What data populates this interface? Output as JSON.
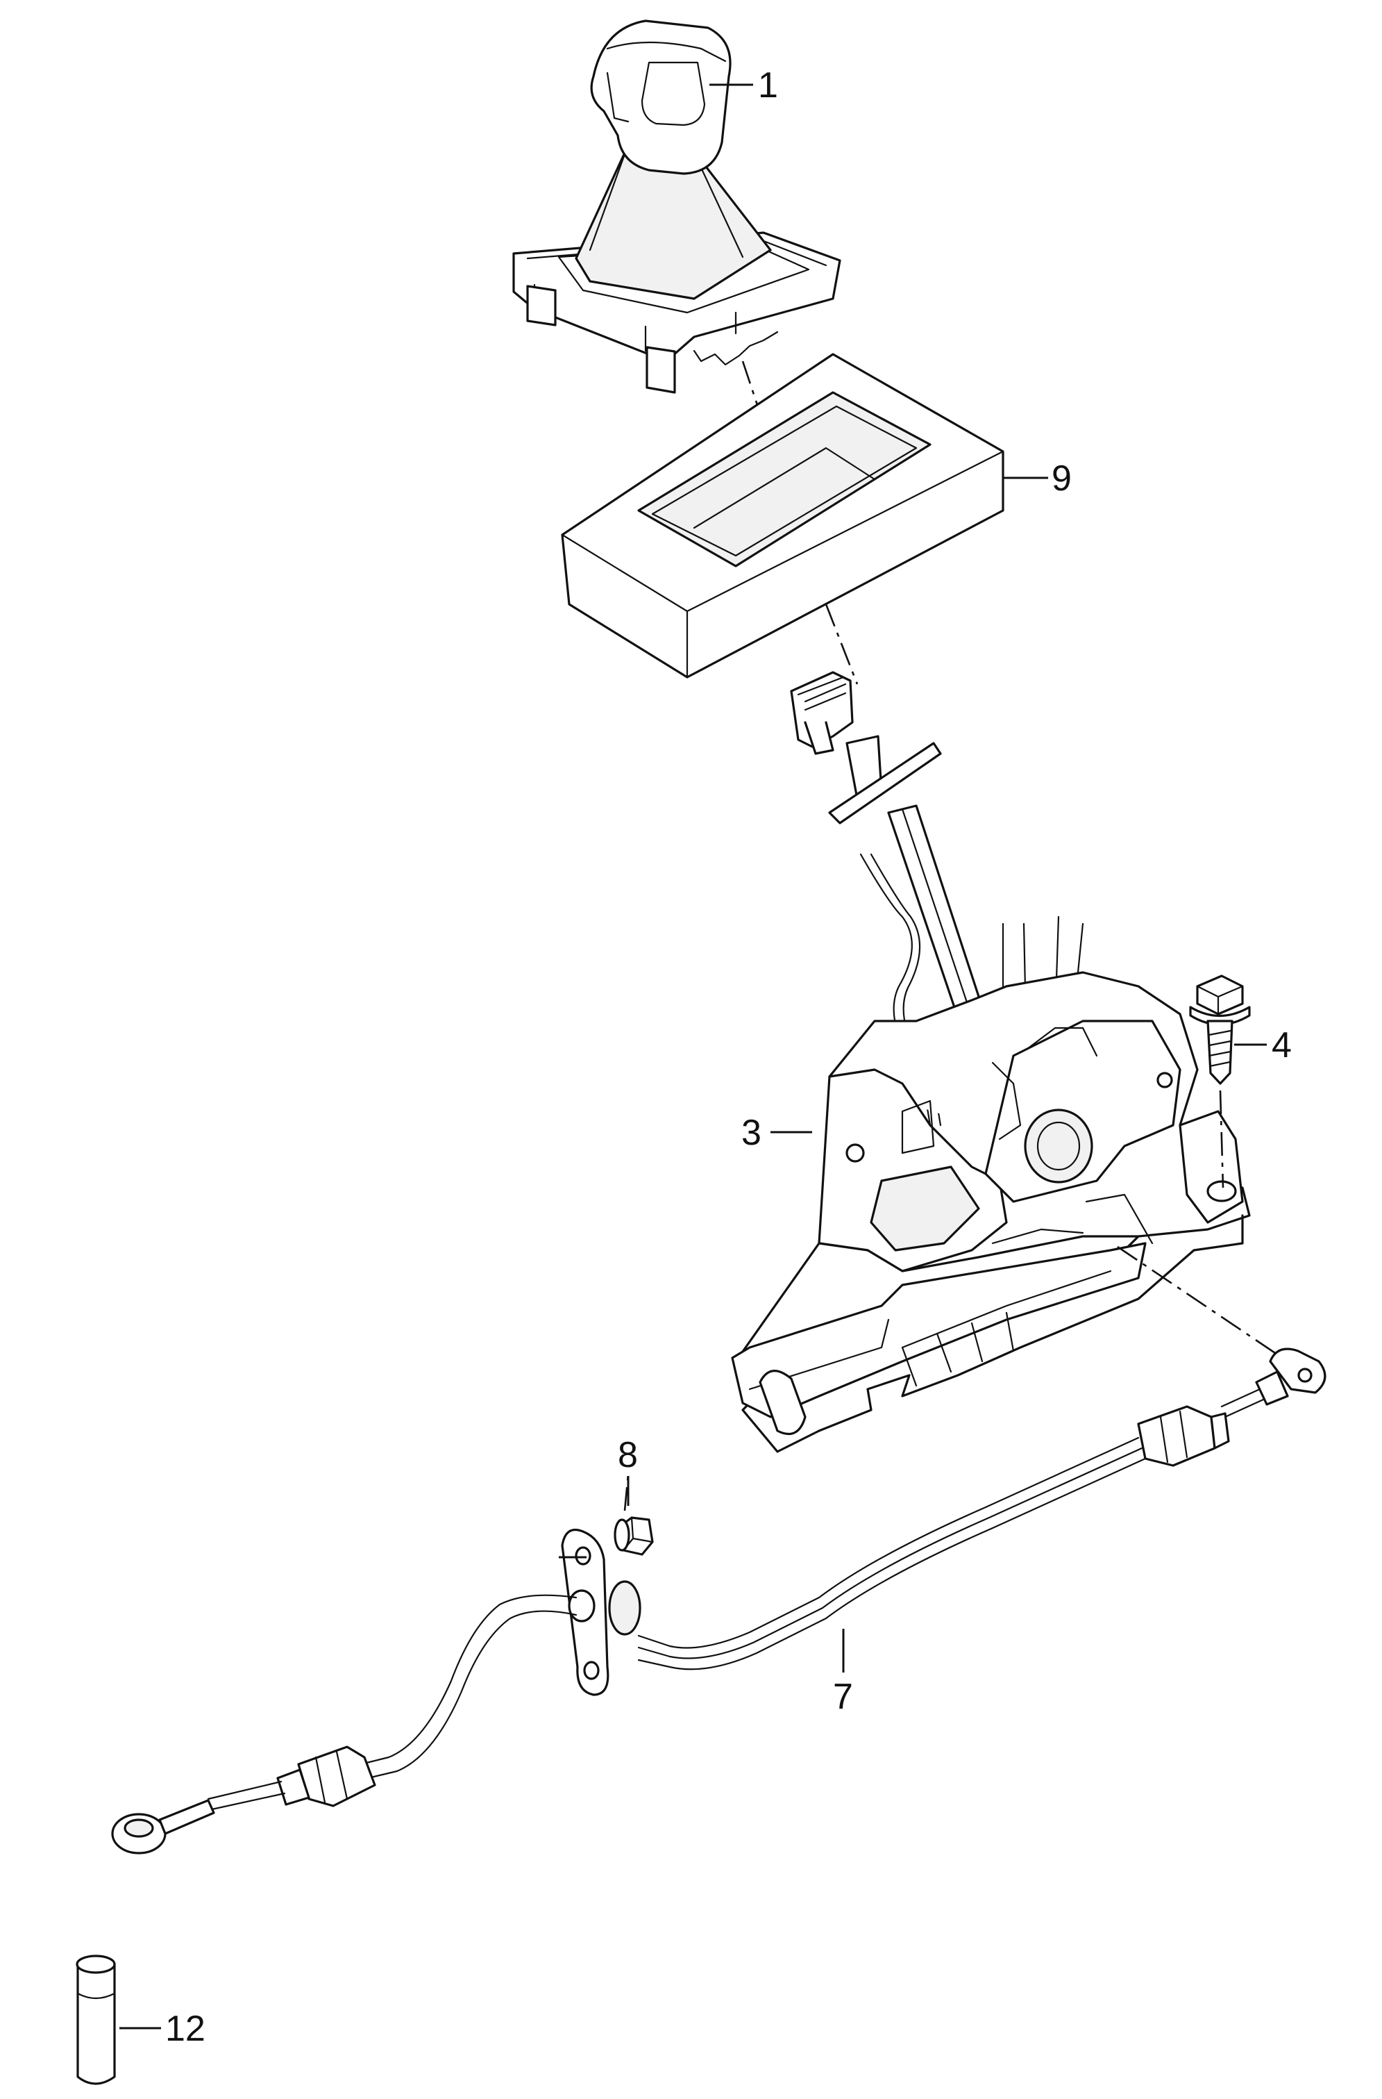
{
  "diagram": {
    "callouts": [
      {
        "id": "c1",
        "label": "1",
        "part": "gear-knob-with-boot"
      },
      {
        "id": "c9",
        "label": "9",
        "part": "trim-insert"
      },
      {
        "id": "c4",
        "label": "4",
        "part": "bolt"
      },
      {
        "id": "c3",
        "label": "3",
        "part": "shifter-mechanism"
      },
      {
        "id": "c8",
        "label": "8",
        "part": "nut"
      },
      {
        "id": "c7",
        "label": "7",
        "part": "selector-cable"
      },
      {
        "id": "c12",
        "label": "12",
        "part": "grease-tube"
      }
    ]
  }
}
